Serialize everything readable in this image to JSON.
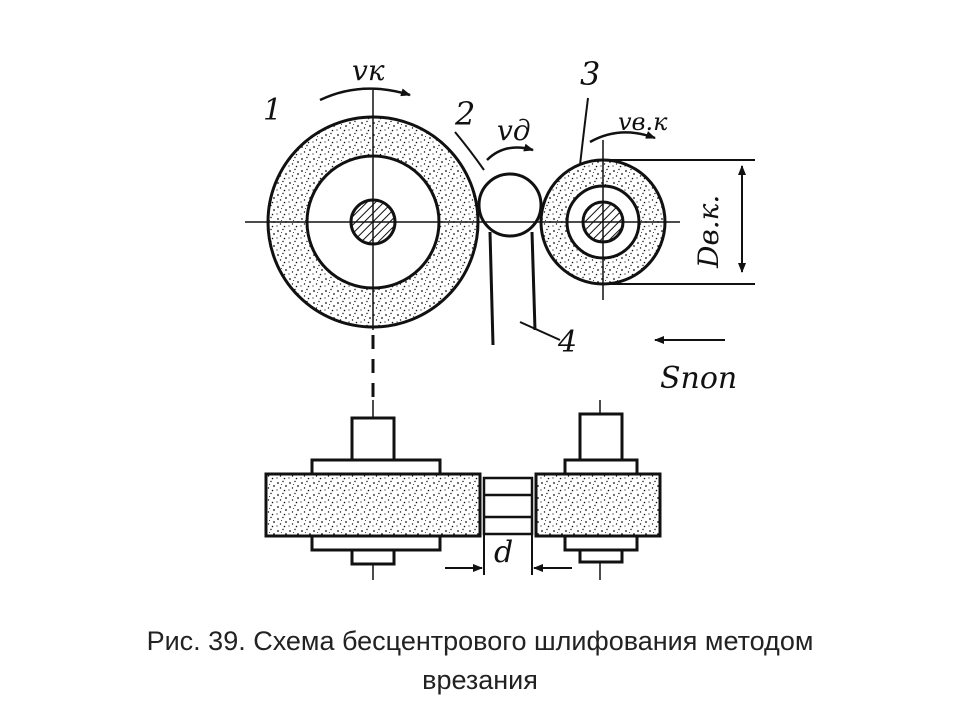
{
  "diagram": {
    "labels": {
      "vk": "vк",
      "n1": "1",
      "n2": "2",
      "vd": "vд",
      "n3": "3",
      "vvk": "vв.к",
      "dvk": "Dв.к.",
      "n4": "4",
      "spop": "Sпоп",
      "d": "d"
    }
  },
  "caption": {
    "line1": "Рис. 39. Схема бесцентрового шлифования методом",
    "line2": "врезания"
  }
}
